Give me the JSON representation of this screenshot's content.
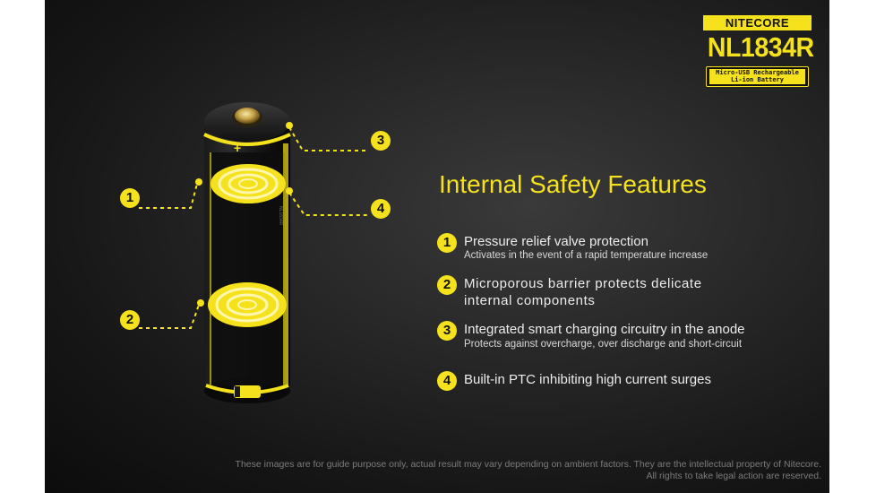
{
  "brand": {
    "name": "NITECORE",
    "model": "NL1834R",
    "subtitle_line1": "Micro-USB Rechargeable",
    "subtitle_line2": "Li-ion Battery"
  },
  "heading": "Internal Safety Features",
  "features": [
    {
      "number": "1",
      "title": "Pressure relief valve protection",
      "description": "Activates in the event of a rapid temperature increase"
    },
    {
      "number": "2",
      "title_line1": "Microporous barrier protects delicate",
      "title_line2": "internal components"
    },
    {
      "number": "3",
      "title": "Integrated smart charging circuitry in the anode",
      "description": "Protects against overcharge, over discharge and short-circuit"
    },
    {
      "number": "4",
      "title": "Built-in PTC inhibiting high current surges"
    }
  ],
  "callouts": [
    "1",
    "2",
    "3",
    "4"
  ],
  "battery": {
    "plus_sign": "+"
  },
  "disclaimer_line1": "These images are for guide purpose only, actual result may vary depending on ambient factors. They are the intellectual property of Nitecore.",
  "disclaimer_line2": "All rights to take legal action are reserved.",
  "colors": {
    "accent": "#f5e21d",
    "background": "#1e1e1e",
    "text": "#ececec"
  }
}
